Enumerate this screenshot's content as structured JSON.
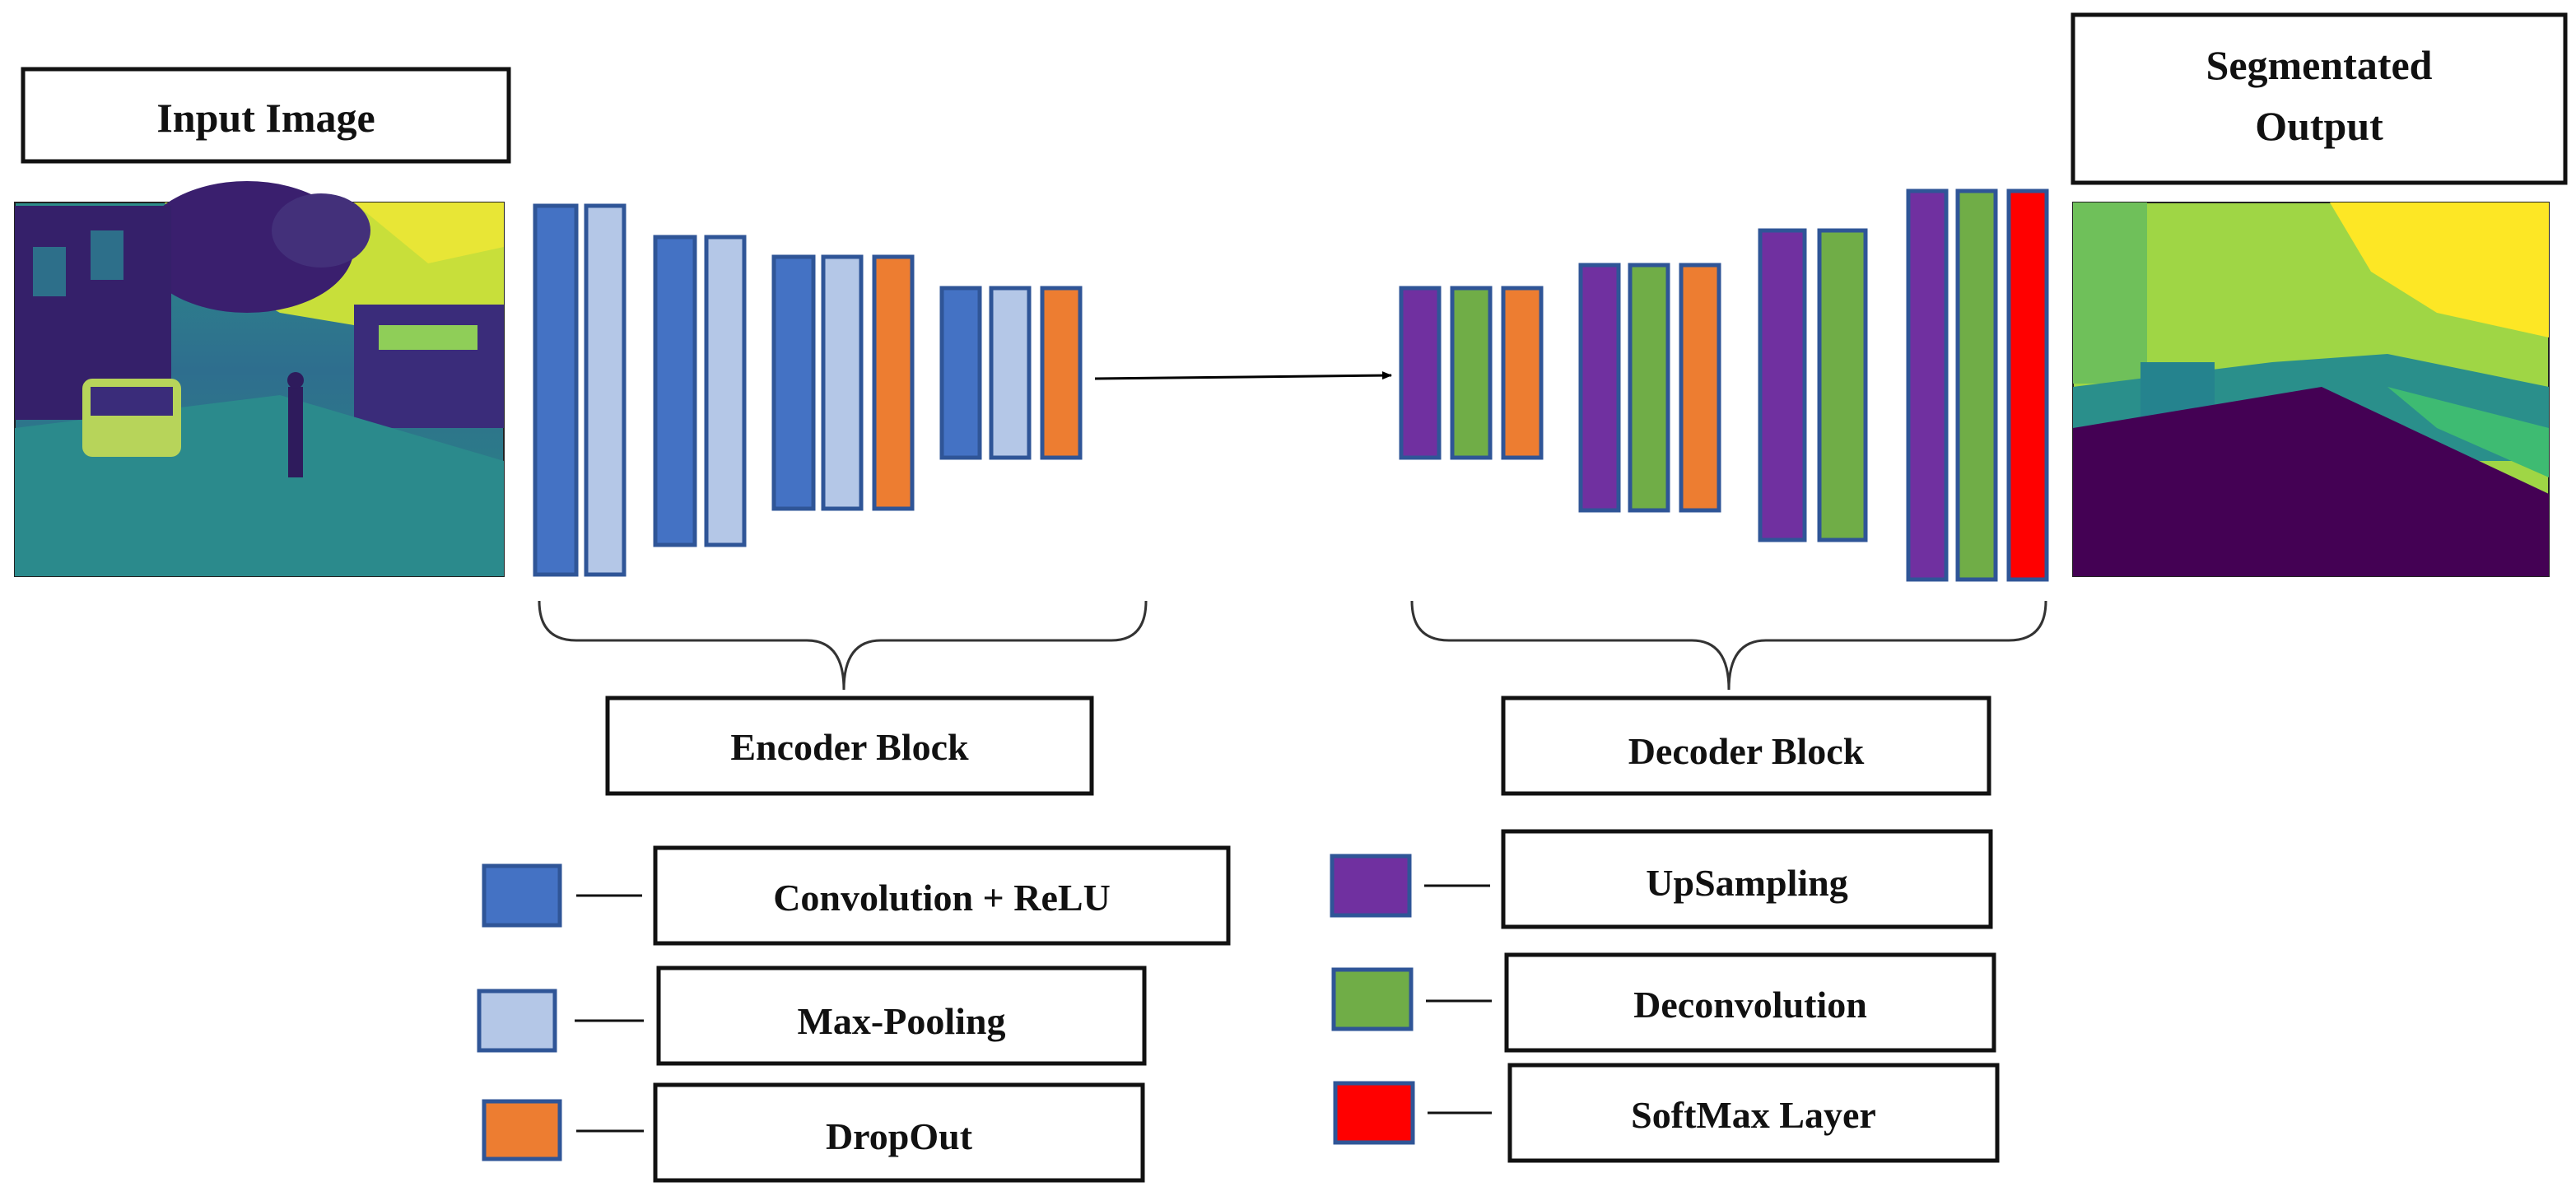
{
  "labels": {
    "input_image": "Input Image",
    "output_line1": "Segmentated",
    "output_line2": "Output",
    "encoder_block": "Encoder Block",
    "decoder_block": "Decoder Block"
  },
  "legend": {
    "conv_relu": "Convolution + ReLU",
    "max_pooling": "Max-Pooling",
    "dropout": "DropOut",
    "upsampling": "UpSampling",
    "deconvolution": "Deconvolution",
    "softmax": "SoftMax Layer"
  },
  "colors": {
    "conv_relu": "#4472C4",
    "max_pooling": "#B4C7E7",
    "dropout": "#ED7D31",
    "upsampling": "#7030A0",
    "deconvolution": "#70AD47",
    "softmax": "#FF0000",
    "layer_border": "#2F5597"
  }
}
